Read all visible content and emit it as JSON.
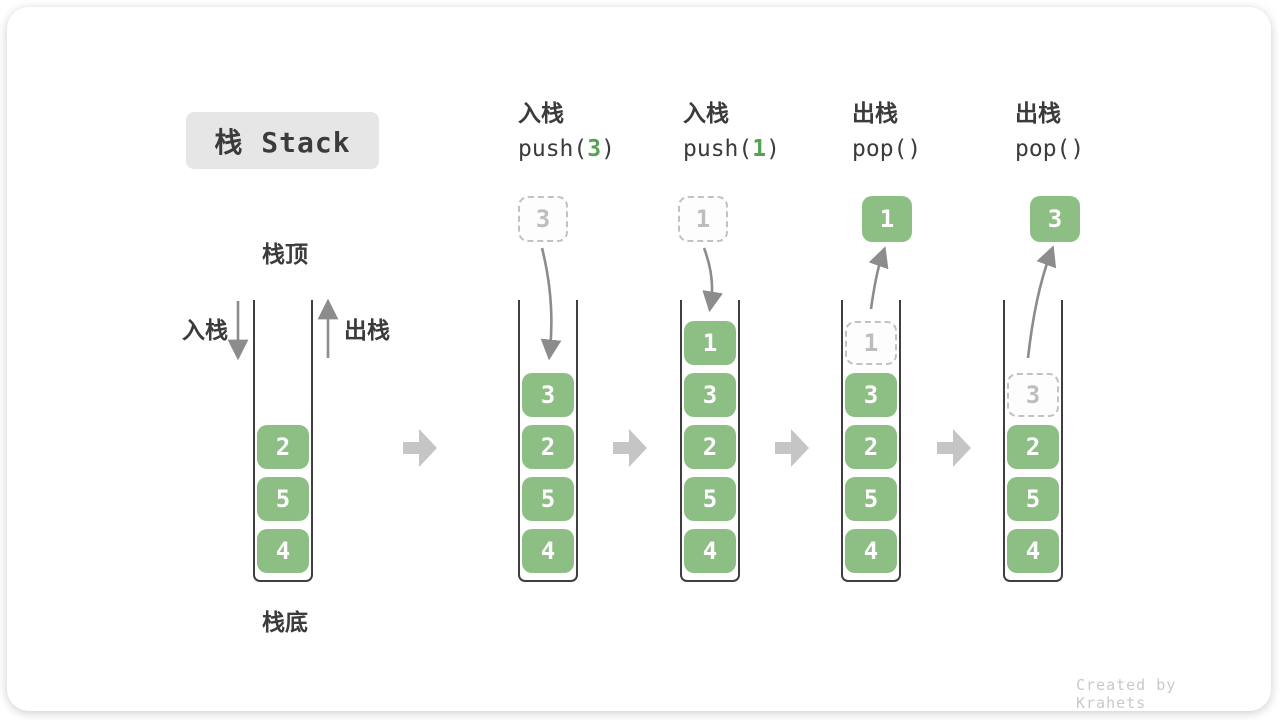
{
  "title": "栈 Stack",
  "watermark": "Created by Krahets",
  "legend": {
    "stack_top": "栈顶",
    "stack_bottom": "栈底",
    "push": "入栈",
    "pop": "出栈"
  },
  "colors": {
    "box_green": "#8dbf85",
    "code_arg_green": "#57a152",
    "dashed_gray": "#c2c2c2",
    "arrow_gray": "#8c8c8c",
    "block_arrow_gray": "#c5c5c5",
    "text_dark": "#3b3b3b",
    "title_chip_bg": "#e6e6e6"
  },
  "columns": [
    {
      "name": "initial-stack",
      "boxes": [
        {
          "v": "2",
          "slot": 2,
          "t": "solid"
        },
        {
          "v": "5",
          "slot": 3,
          "t": "solid"
        },
        {
          "v": "4",
          "slot": 4,
          "t": "solid"
        }
      ]
    },
    {
      "name": "after-push-3",
      "op": {
        "cn": "入栈",
        "pre": "push(",
        "arg": "3",
        "post": ")"
      },
      "floating": {
        "v": "3",
        "t": "dashed"
      },
      "boxes": [
        {
          "v": "3",
          "slot": 1,
          "t": "solid"
        },
        {
          "v": "2",
          "slot": 2,
          "t": "solid"
        },
        {
          "v": "5",
          "slot": 3,
          "t": "solid"
        },
        {
          "v": "4",
          "slot": 4,
          "t": "solid"
        }
      ]
    },
    {
      "name": "after-push-1",
      "op": {
        "cn": "入栈",
        "pre": "push(",
        "arg": "1",
        "post": ")"
      },
      "floating": {
        "v": "1",
        "t": "dashed"
      },
      "boxes": [
        {
          "v": "1",
          "slot": 0,
          "t": "solid"
        },
        {
          "v": "3",
          "slot": 1,
          "t": "solid"
        },
        {
          "v": "2",
          "slot": 2,
          "t": "solid"
        },
        {
          "v": "5",
          "slot": 3,
          "t": "solid"
        },
        {
          "v": "4",
          "slot": 4,
          "t": "solid"
        }
      ]
    },
    {
      "name": "after-pop-1",
      "op": {
        "cn": "出栈",
        "pre": "pop(",
        "arg": "",
        "post": ")"
      },
      "floating": {
        "v": "1",
        "t": "solid"
      },
      "boxes": [
        {
          "v": "1",
          "slot": 0,
          "t": "dashed"
        },
        {
          "v": "3",
          "slot": 1,
          "t": "solid"
        },
        {
          "v": "2",
          "slot": 2,
          "t": "solid"
        },
        {
          "v": "5",
          "slot": 3,
          "t": "solid"
        },
        {
          "v": "4",
          "slot": 4,
          "t": "solid"
        }
      ]
    },
    {
      "name": "after-pop-3",
      "op": {
        "cn": "出栈",
        "pre": "pop(",
        "arg": "",
        "post": ")"
      },
      "floating": {
        "v": "3",
        "t": "solid"
      },
      "boxes": [
        {
          "v": "3",
          "slot": 1,
          "t": "dashed"
        },
        {
          "v": "2",
          "slot": 2,
          "t": "solid"
        },
        {
          "v": "5",
          "slot": 3,
          "t": "solid"
        },
        {
          "v": "4",
          "slot": 4,
          "t": "solid"
        }
      ]
    }
  ]
}
